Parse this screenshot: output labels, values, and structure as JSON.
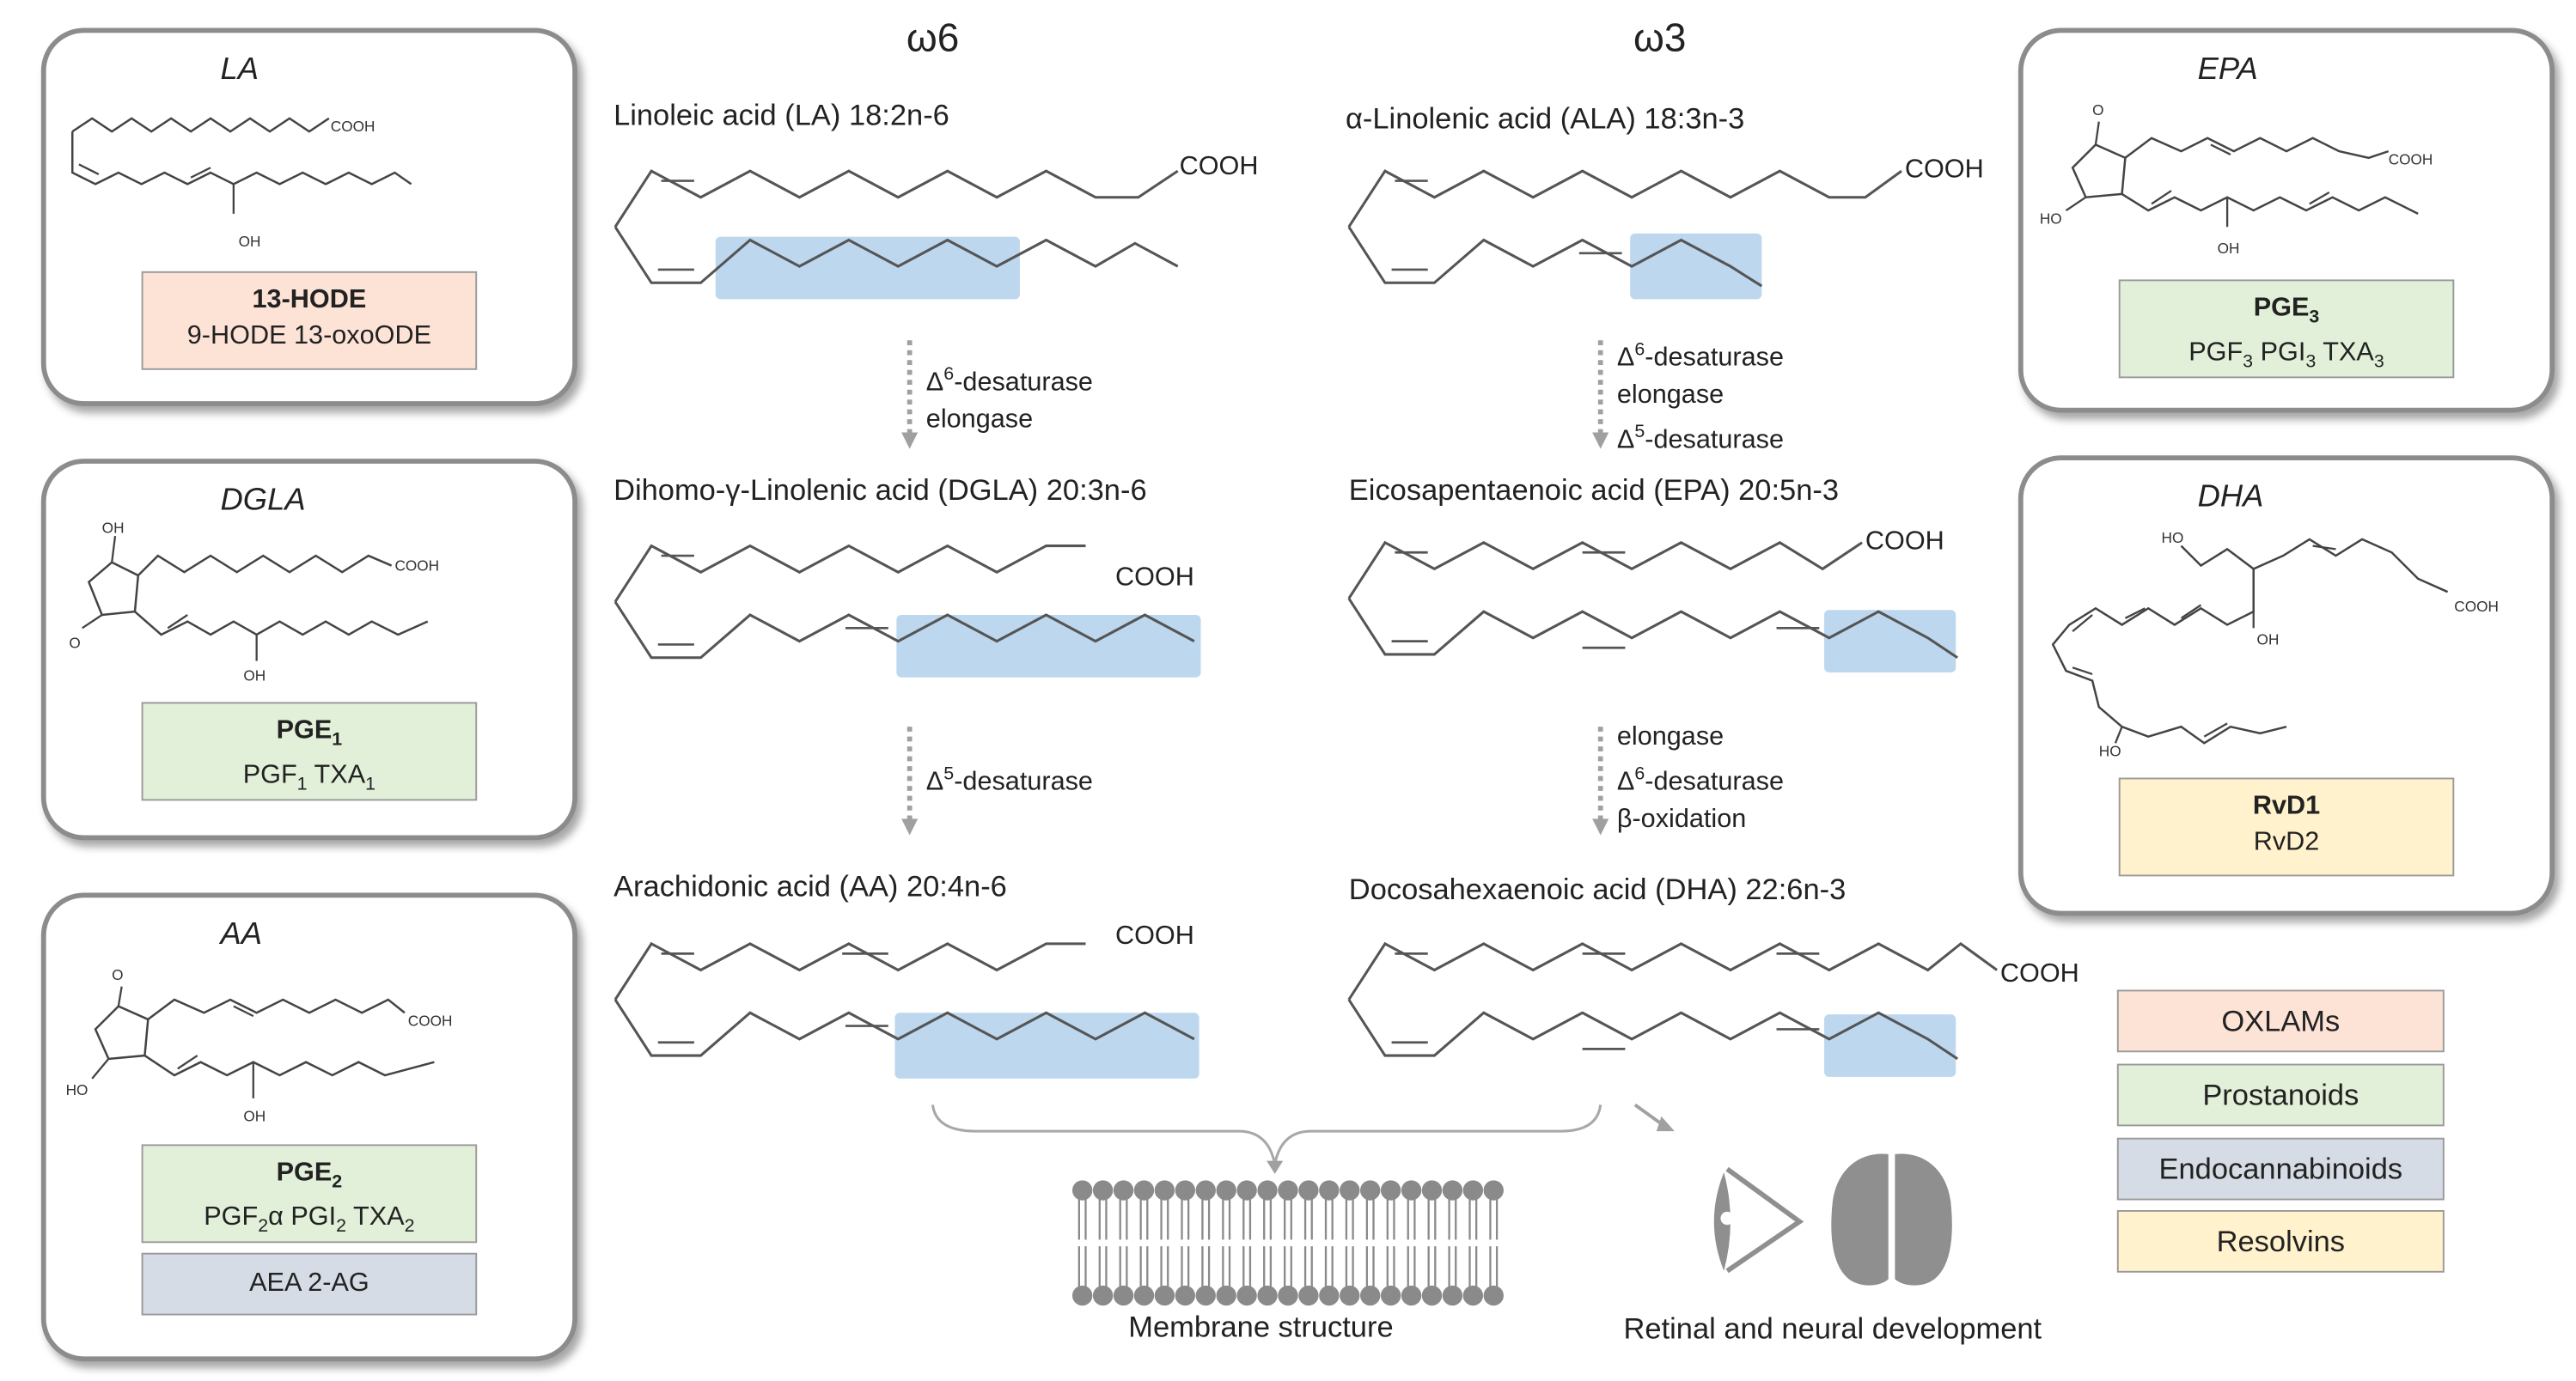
{
  "colors": {
    "oxlam": "#fce3d6",
    "prostanoid": "#e2f0d9",
    "endocannabinoid": "#d6dce5",
    "resolvin": "#fff2cc",
    "omega_highlight": "#bdd7ee",
    "chain": "#555555",
    "panel_border": "#8c8c8c",
    "organ": "#8f8f8f"
  },
  "headers": {
    "omega6": "ω6",
    "omega3": "ω3"
  },
  "acids": {
    "la": {
      "name": "Linoleic acid (LA) 18:2n-6",
      "group": "COOH"
    },
    "dgla": {
      "name": "Dihomo-γ-Linolenic acid (DGLA) 20:3n-6",
      "group": "COOH"
    },
    "aa": {
      "name": "Arachidonic acid (AA) 20:4n-6",
      "group": "COOH"
    },
    "ala": {
      "name": "α-Linolenic acid (ALA) 18:3n-3",
      "group": "COOH"
    },
    "epa": {
      "name": "Eicosapentaenoic acid (EPA) 20:5n-3",
      "group": "COOH"
    },
    "dha": {
      "name": "Docosahexaenoic acid (DHA) 22:6n-3",
      "group": "COOH"
    }
  },
  "enzymes": {
    "w6_step1": [
      "Δ6-desaturase",
      "elongase"
    ],
    "w6_step2": [
      "Δ5-desaturase"
    ],
    "w3_step1": [
      "Δ6-desaturase",
      "elongase",
      "Δ5-desaturase"
    ],
    "w3_step2": [
      "elongase",
      "Δ6-desaturase",
      "β-oxidation"
    ]
  },
  "panels": {
    "la": {
      "label": "LA",
      "primary": "13-HODE",
      "secondary": "9-HODE  13-oxoODE",
      "struct": {
        "cooh": "COOH",
        "oh": "OH"
      }
    },
    "dgla": {
      "label": "DGLA",
      "primary": "PGE1",
      "secondary": "PGF1  TXA1",
      "struct": {
        "cooh": "COOH",
        "oh_top": "OH",
        "oh_bottom": "OH",
        "o": "O"
      }
    },
    "aa": {
      "label": "AA",
      "primary": "PGE2",
      "secondary": "PGF2α  PGI2  TXA2",
      "tertiary": "AEA  2-AG",
      "struct": {
        "cooh": "COOH",
        "ho": "HO",
        "oh": "OH",
        "o": "O"
      }
    },
    "epa": {
      "label": "EPA",
      "primary": "PGE3",
      "secondary": "PGF3  PGI3  TXA3",
      "struct": {
        "cooh": "COOH",
        "ho": "HO",
        "oh": "OH",
        "o": "O"
      }
    },
    "dha": {
      "label": "DHA",
      "primary": "RvD1",
      "secondary": "RvD2",
      "struct": {
        "cooh": "COOH",
        "ho_top": "HO",
        "oh": "OH",
        "ho_bottom": "HO"
      }
    }
  },
  "legend": [
    "OXLAMs",
    "Prostanoids",
    "Endocannabinoids",
    "Resolvins"
  ],
  "captions": {
    "membrane": "Membrane structure",
    "retinal": "Retinal and neural development"
  }
}
